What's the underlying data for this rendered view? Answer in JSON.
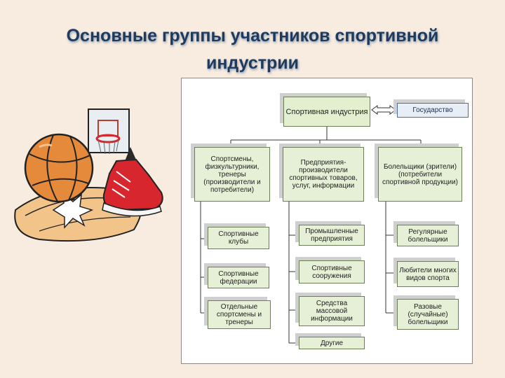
{
  "title": {
    "line1": "Основные группы участников спортивной",
    "line2": "индустрии"
  },
  "diagram": {
    "root": "Спортивная индустрия",
    "government": "Государство",
    "groups": [
      {
        "label": "Спортсмены, физкультурники, тренеры (производители и потребители)",
        "children": [
          "Спортивные клубы",
          "Спортивные федерации",
          "Отдельные спортсмены и тренеры"
        ]
      },
      {
        "label": "Предприятия-производители спортивных товаров, услуг, информации",
        "children": [
          "Промышленные предприятия",
          "Спортивные сооружения",
          "Средства массовой информации",
          "Другие"
        ]
      },
      {
        "label": "Болельщики (зрители) (потребители спортивной продукции)",
        "children": [
          "Регулярные болельщики",
          "Любители многих видов спорта",
          "Разовые (случайные) болельщики"
        ]
      }
    ]
  },
  "illustration": {
    "icons": [
      "basketball-icon",
      "basketball-hoop-icon",
      "sneaker-icon",
      "court-icon"
    ],
    "colors": {
      "ball": "#e58a3a",
      "sneaker": "#d8262e",
      "court": "#f2c48a"
    }
  }
}
